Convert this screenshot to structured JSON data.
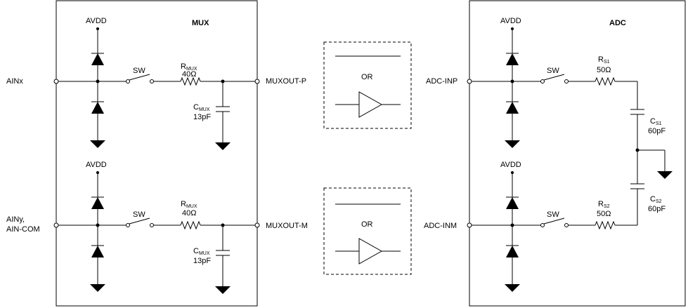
{
  "mux": {
    "title": "MUX",
    "supply": "AVDD",
    "switch": "SW",
    "r_sym": "R",
    "r_sub": "MUX",
    "r_val": "40Ω",
    "c_sym": "C",
    "c_sub": "MUX",
    "c_val": "13pF",
    "in_p": "AINx",
    "in_m_1": "AINy,",
    "in_m_2": "AIN-COM",
    "out_p": "MUXOUT-P",
    "out_m": "MUXOUT-M"
  },
  "middle": {
    "or_label": "OR"
  },
  "adc": {
    "title": "ADC",
    "supply": "AVDD",
    "switch": "SW",
    "in_p": "ADC-INP",
    "in_m": "ADC-INM",
    "r_sym": "R",
    "rs1_sub": "S1",
    "rs2_sub": "S2",
    "r_val": "50Ω",
    "c_sym": "C",
    "cs1_sub": "S1",
    "cs2_sub": "S2",
    "c_val": "60pF"
  }
}
